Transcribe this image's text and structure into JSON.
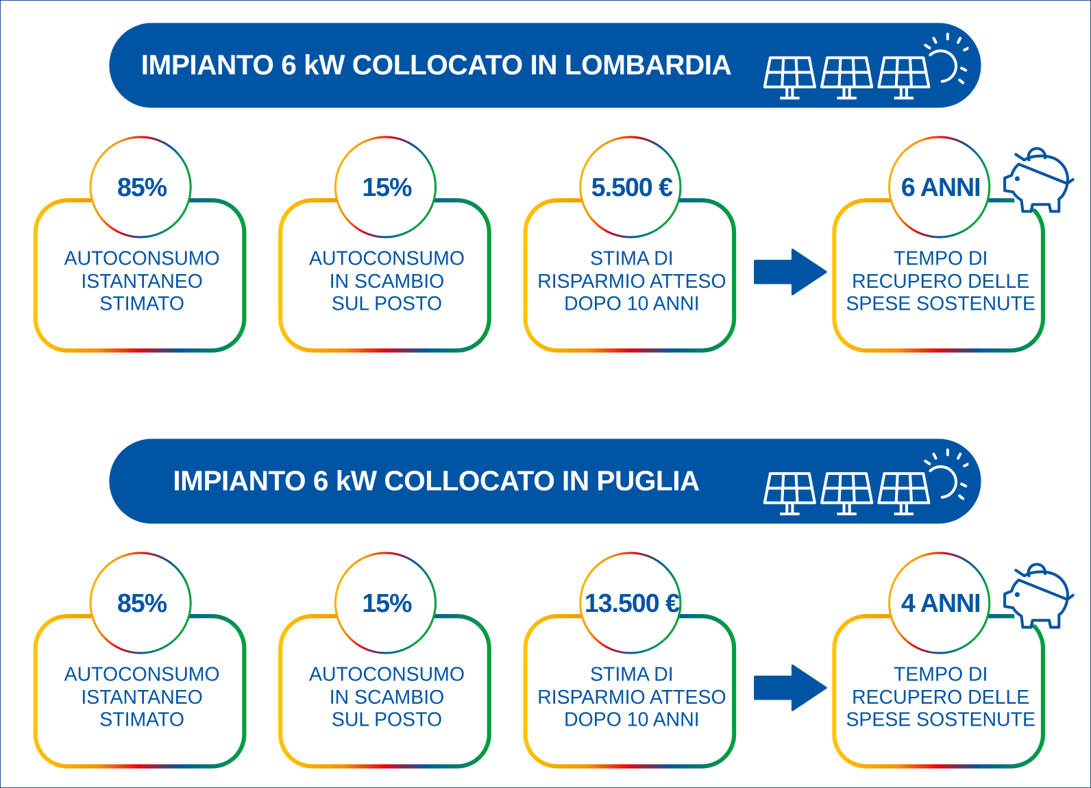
{
  "colors": {
    "brand_blue": "#0054a4",
    "yellow": "#ffc400",
    "orange": "#f39200",
    "red": "#e30613",
    "blue": "#00589c",
    "green": "#00a03c"
  },
  "icons": {
    "banner": "solar-panels-sun-icon",
    "arrow": "arrow-right-icon",
    "last_card": "piggy-bank-icon"
  },
  "sections": [
    {
      "title": "IMPIANTO 6 kW COLLOCATO IN LOMBARDIA",
      "cards": [
        {
          "value": "85%",
          "label": [
            "AUTOCONSUMO",
            "ISTANTANEO",
            "STIMATO"
          ]
        },
        {
          "value": "15%",
          "label": [
            "AUTOCONSUMO",
            "IN SCAMBIO",
            "SUL POSTO"
          ]
        },
        {
          "value": "5.500 €",
          "label": [
            "STIMA DI",
            "RISPARMIO ATTESO",
            "DOPO 10 ANNI"
          ]
        },
        {
          "value": "6 ANNI",
          "label": [
            "TEMPO DI",
            "RECUPERO DELLE",
            "SPESE SOSTENUTE"
          ]
        }
      ]
    },
    {
      "title": "IMPIANTO 6 kW COLLOCATO IN PUGLIA",
      "cards": [
        {
          "value": "85%",
          "label": [
            "AUTOCONSUMO",
            "ISTANTANEO",
            "STIMATO"
          ]
        },
        {
          "value": "15%",
          "label": [
            "AUTOCONSUMO",
            "IN SCAMBIO",
            "SUL POSTO"
          ]
        },
        {
          "value": "13.500 €",
          "label": [
            "STIMA DI",
            "RISPARMIO ATTESO",
            "DOPO 10 ANNI"
          ]
        },
        {
          "value": "4 ANNI",
          "label": [
            "TEMPO DI",
            "RECUPERO DELLE",
            "SPESE SOSTENUTE"
          ]
        }
      ]
    }
  ]
}
